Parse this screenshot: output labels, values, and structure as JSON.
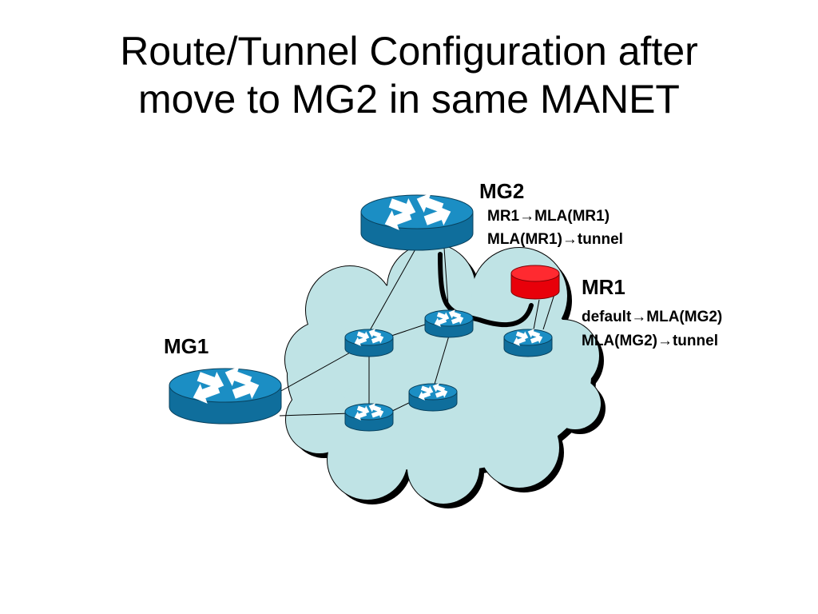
{
  "title": {
    "line1": "Route/Tunnel Configuration after",
    "line2": "move to MG2 in same MANET"
  },
  "nodes": {
    "mg1": {
      "label": "MG1"
    },
    "mg2": {
      "label": "MG2",
      "routes": [
        "MR1→MLA(MR1)",
        "MLA(MR1)→tunnel"
      ]
    },
    "mr1": {
      "label": "MR1",
      "routes": [
        "default→MLA(MG2)",
        "MLA(MG2)→tunnel"
      ]
    }
  },
  "colors": {
    "cloud_fill": "#bfe3e5",
    "router_blue": "#1b8ec4",
    "router_blue_dark": "#0f6e9c",
    "mobile_router_red": "#e8000a",
    "tunnel": "#000000"
  }
}
